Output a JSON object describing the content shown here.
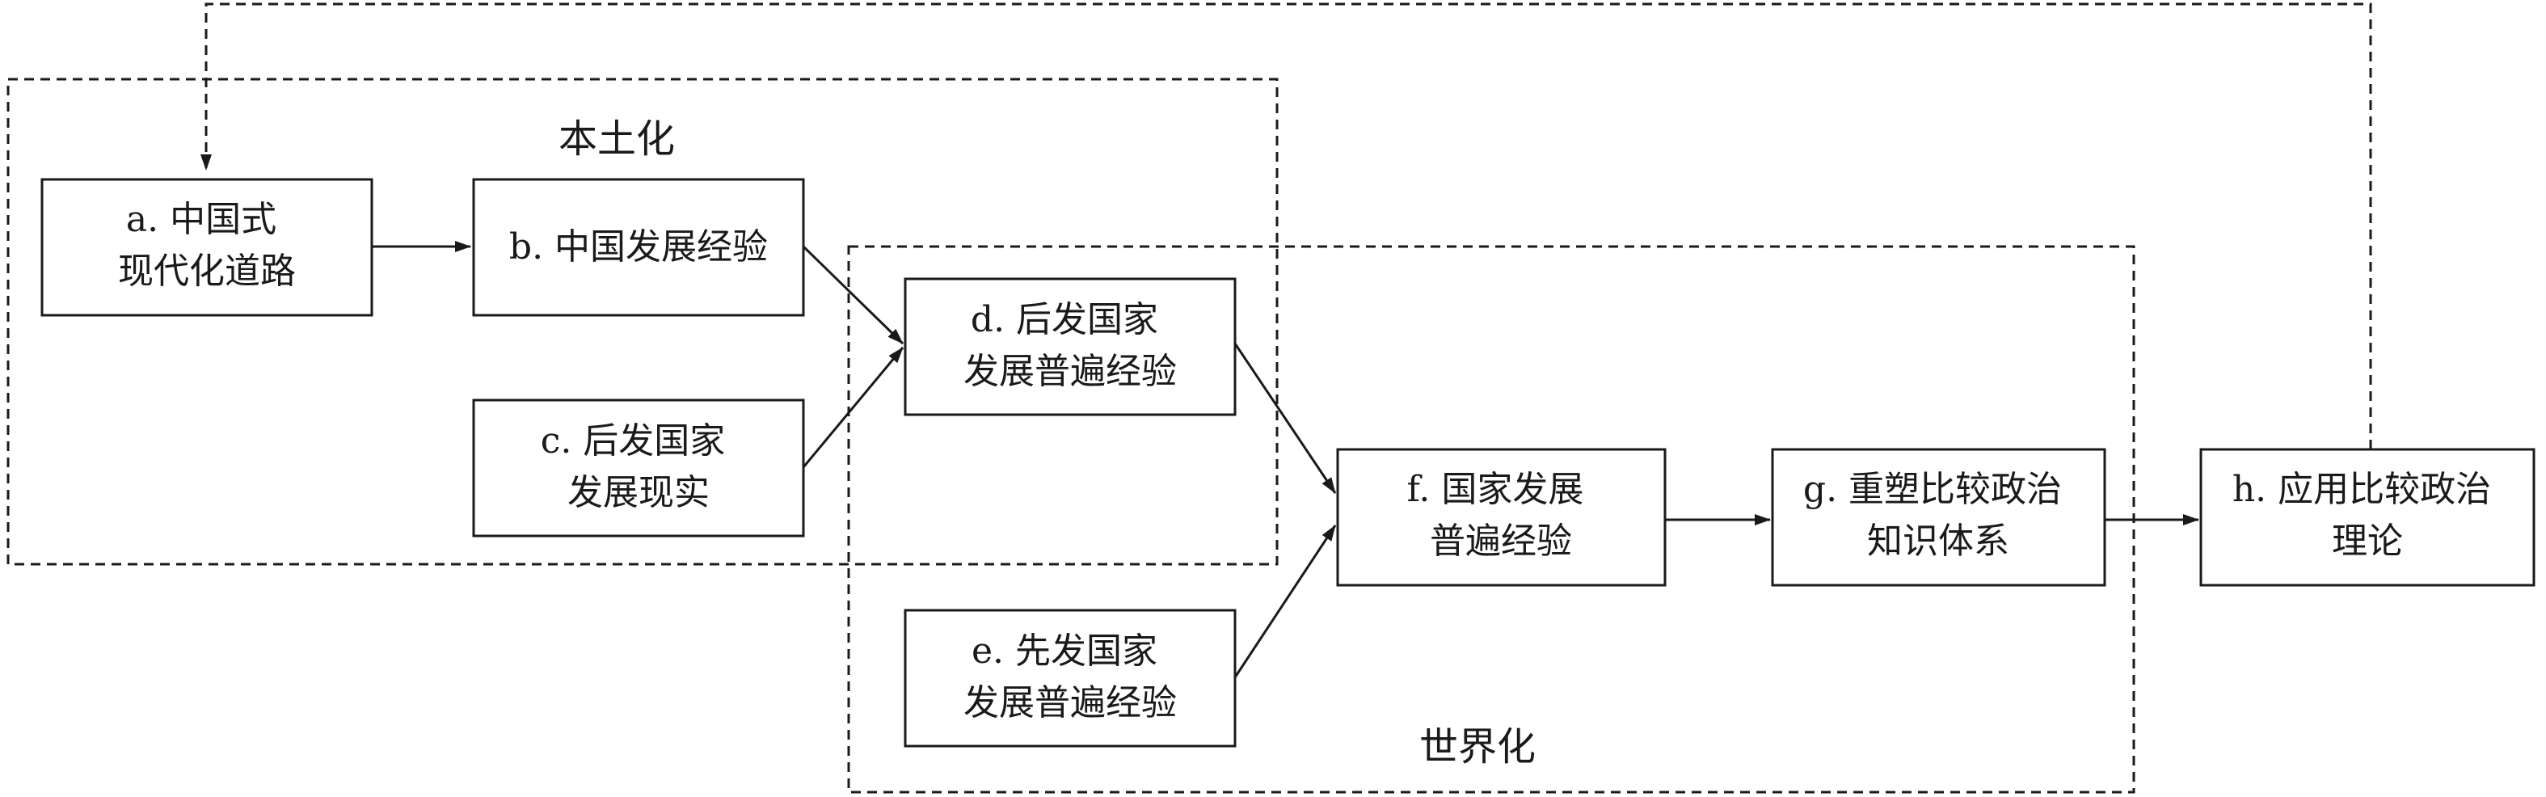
{
  "regions": {
    "localization": {
      "label": "本土化"
    },
    "globalization": {
      "label": "世界化"
    }
  },
  "nodes": {
    "a": {
      "lines": [
        "a. 中国式",
        "现代化道路"
      ]
    },
    "b": {
      "lines": [
        "b. 中国发展经验"
      ]
    },
    "c": {
      "lines": [
        "c. 后发国家",
        "发展现实"
      ]
    },
    "d": {
      "lines": [
        "d. 后发国家",
        "发展普遍经验"
      ]
    },
    "e": {
      "lines": [
        "e. 先发国家",
        "发展普遍经验"
      ]
    },
    "f": {
      "lines": [
        "f. 国家发展",
        "普遍经验"
      ]
    },
    "g": {
      "lines": [
        "g. 重塑比较政治",
        "知识体系"
      ]
    },
    "h": {
      "lines": [
        "h. 应用比较政治",
        "理论"
      ]
    }
  },
  "edges": [
    {
      "from": "a",
      "to": "b",
      "style": "solid"
    },
    {
      "from": "b",
      "to": "d",
      "style": "solid"
    },
    {
      "from": "c",
      "to": "d",
      "style": "solid"
    },
    {
      "from": "d",
      "to": "f",
      "style": "solid"
    },
    {
      "from": "e",
      "to": "f",
      "style": "solid"
    },
    {
      "from": "f",
      "to": "g",
      "style": "solid"
    },
    {
      "from": "g",
      "to": "h",
      "style": "solid"
    },
    {
      "from": "h",
      "to": "a",
      "style": "dashed"
    }
  ]
}
